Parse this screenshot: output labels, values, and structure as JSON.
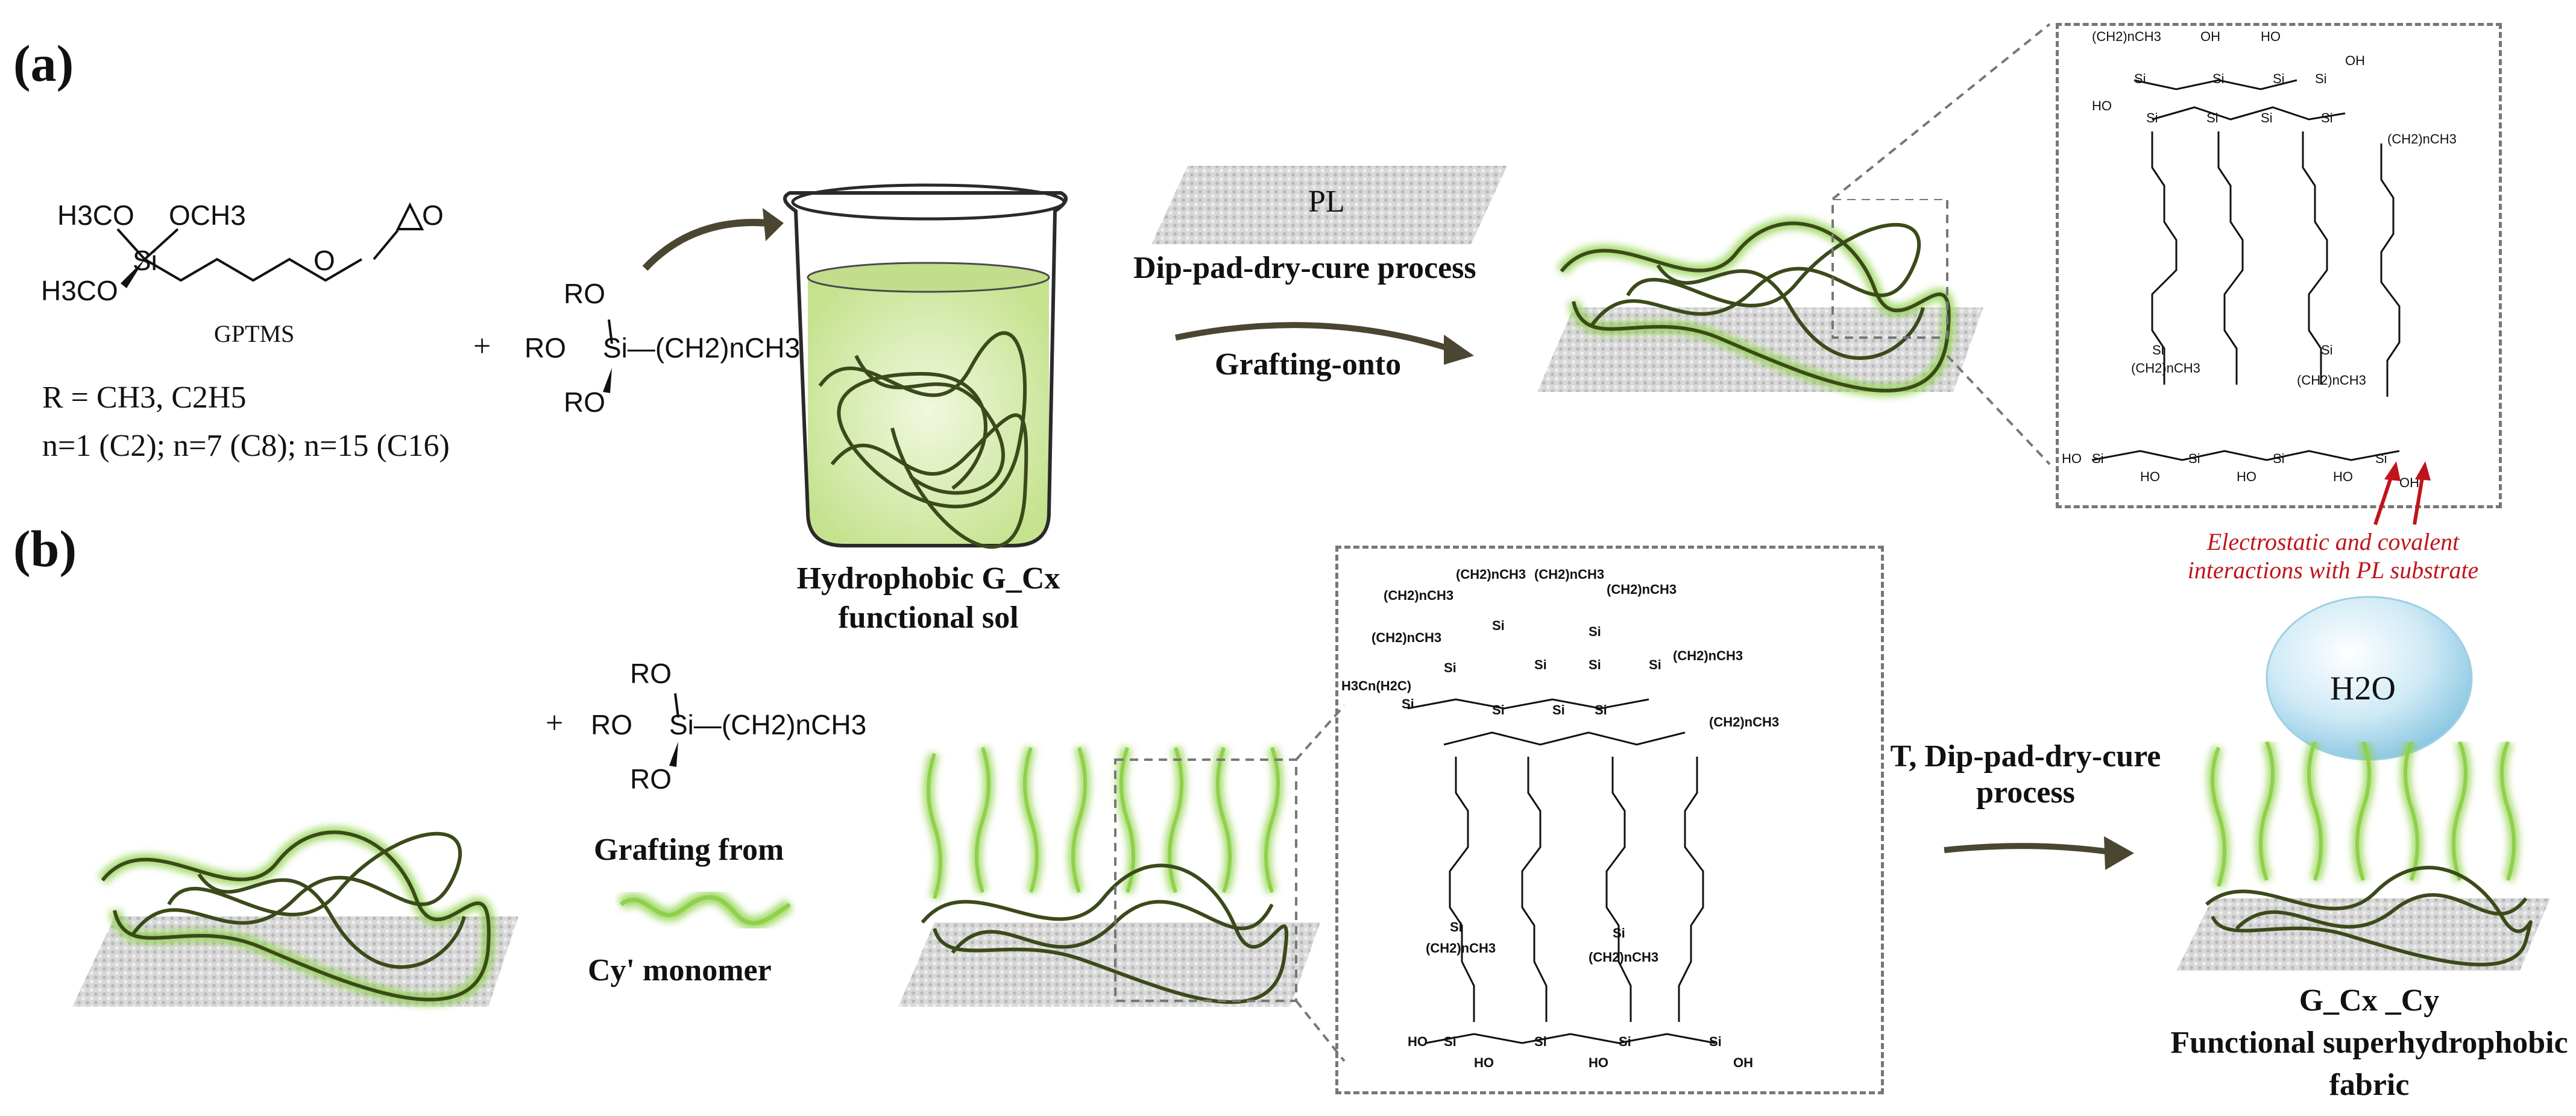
{
  "panels": {
    "a": "(a)",
    "b": "(b)"
  },
  "reactant": {
    "substituents": [
      "H3CO",
      "OCH3",
      "H3CO"
    ],
    "name": "GPTMS",
    "r_def": "R = CH3, C2H5",
    "n_def": "n=1 (C2); n=7 (C8); n=15 (C16)"
  },
  "silane": {
    "plus": "+",
    "top": "RO",
    "left": "RO",
    "chain": "Si—(CH2)nCH3",
    "bottom": "RO"
  },
  "beaker": {
    "label_line1": "Hydrophobic G_Cx",
    "label_line2": "functional sol"
  },
  "fabric_step": {
    "fabric_label": "PL",
    "process": "Dip-pad-dry-cure process",
    "method": "Grafting-onto"
  },
  "annotation": {
    "line1": "Electrostatic and covalent",
    "line2": "interactions with PL substrate"
  },
  "panel_b": {
    "plus": "+",
    "grafting": "Grafting from",
    "monomer": "Cy' monomer",
    "process_line1": "T, Dip-pad-dry-cure",
    "process_line2": "process",
    "droplet": "H2O",
    "product_line1": "G_Cx _Cy",
    "product_line2": "Functional superhydrophobic",
    "product_line3": "fabric"
  },
  "structure_labels": {
    "si": "Si",
    "o": "O",
    "oh": "OH",
    "ho": "HO",
    "chain": "(CH2)nCH3",
    "chain_alt": "H3Cn(H2C)"
  },
  "colors": {
    "polymer_dark": "#3b4a1a",
    "glow": "#8fd14a",
    "sol": "#d8ecb0",
    "fabric": "#c9c9c9",
    "arrow": "#4a4632",
    "box_dash": "#777777",
    "annotation_red": "#c0141c",
    "droplet": "#bfe2f2"
  }
}
